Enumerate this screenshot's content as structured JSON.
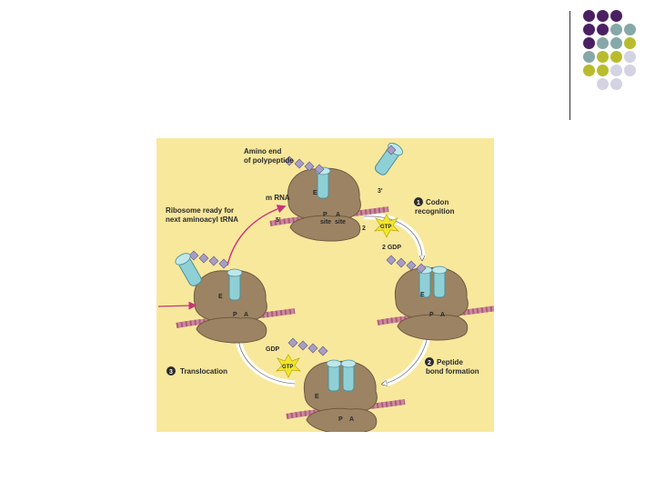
{
  "decor": {
    "dot_colors": {
      "purple": "#4b2063",
      "teal": "#86a8a8",
      "olive": "#b8bc2c",
      "lavender": "#d3d3e3"
    },
    "dot_grid": [
      [
        "purple",
        "purple",
        "purple",
        null
      ],
      [
        "purple",
        "purple",
        "teal",
        "teal"
      ],
      [
        "purple",
        "teal",
        "teal",
        "olive"
      ],
      [
        "teal",
        "olive",
        "olive",
        "lavender"
      ],
      [
        "olive",
        "olive",
        "lavender",
        "lavender"
      ],
      [
        null,
        "lavender",
        "lavender",
        null
      ]
    ]
  },
  "figure": {
    "labels": {
      "amino_end": [
        "Amino end",
        "of polypeptide"
      ],
      "mrna": "m RNA",
      "ready": [
        "Ribosome ready for",
        "next aminoacyl tRNA"
      ],
      "three_prime": "3'",
      "five_prime": "5'",
      "step1_num": "1",
      "step1": [
        "Codon",
        "recognition"
      ],
      "step2_num": "2",
      "step2": [
        "Peptide",
        "bond formation"
      ],
      "step3_num": "3",
      "step3": "Translocation",
      "gtp": "GTP",
      "gdp": "GDP",
      "two": "2",
      "two_gdp": "2 GDP",
      "e": "E",
      "p": "P",
      "a": "A",
      "p_site": "P",
      "a_site": "A",
      "site": "site",
      "site2": "site"
    },
    "colors": {
      "background": "#f8e89c",
      "ribosome": "#9c8363",
      "ribosome_dark": "#6f5a3f",
      "trna": "#8fd0d6",
      "mrna": "#d8a7b5",
      "peptide": "#a79ec3",
      "arrow": "#c7347a",
      "burst": "#f3e62d",
      "step_badge": "#2a2a2a"
    }
  }
}
